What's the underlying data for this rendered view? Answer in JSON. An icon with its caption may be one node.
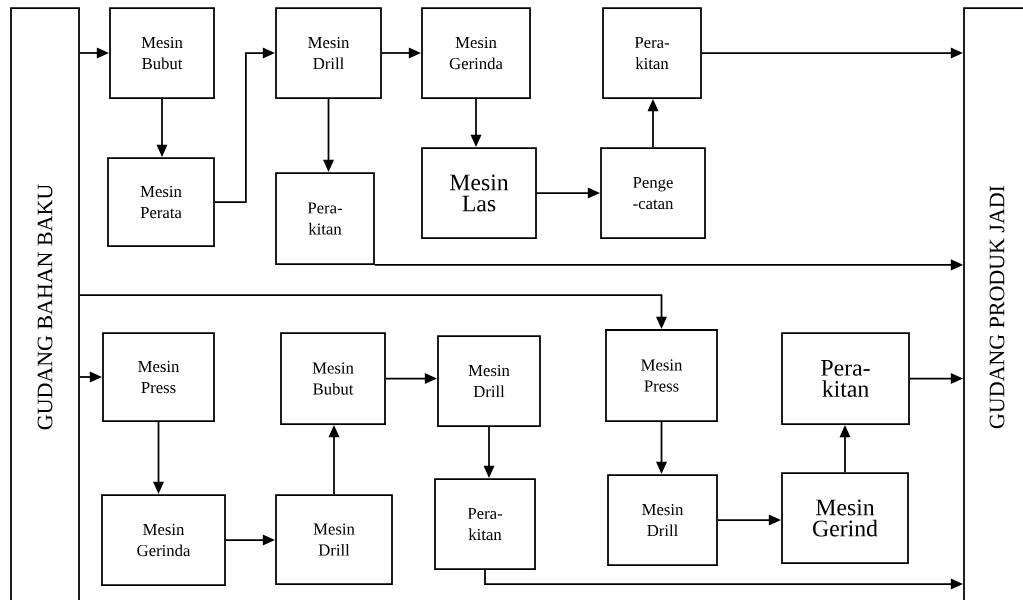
{
  "diagram": {
    "nodes": [
      {
        "text": [
          "GUDANG BAHAN BAKU"
        ]
      },
      {
        "text": [
          "Mesin Bubut"
        ]
      },
      {
        "text": [
          "Mesin Perata"
        ]
      },
      {
        "text": [
          "Mesin Drill"
        ]
      },
      {
        "text": [
          "Pera- kitan"
        ]
      },
      {
        "text": [
          "Mesin Gerinda"
        ]
      },
      {
        "text": [
          "Mesin Las"
        ]
      },
      {
        "text": [
          "Pera- kitan"
        ]
      },
      {
        "text": [
          "Penge -catan"
        ]
      },
      {
        "text": [
          "GUDANG PRODUK JADI"
        ]
      },
      {
        "text": [
          "Mesin Press"
        ]
      },
      {
        "text": [
          "Mesin Gerinda"
        ]
      },
      {
        "text": [
          "Mesin Bubut"
        ]
      },
      {
        "text": [
          "Mesin Drill"
        ]
      },
      {
        "text": [
          "Mesin Drill"
        ]
      },
      {
        "text": [
          "Pera- kitan"
        ]
      },
      {
        "text": [
          "Mesin Press"
        ]
      },
      {
        "text": [
          "Mesin Drill"
        ]
      },
      {
        "text": [
          "Pera- kitan"
        ]
      },
      {
        "text": [
          "Mesin Gerind"
        ]
      }
    ],
    "edges": [
      {
        "from": 0,
        "to": 1,
        "arrow": "to"
      },
      {
        "from": 1,
        "to": 2,
        "arrow": "to"
      },
      {
        "from": 2,
        "to": 3,
        "arrow": "to"
      },
      {
        "from": 3,
        "to": 5,
        "arrow": "to"
      },
      {
        "from": 3,
        "to": 4,
        "arrow": "to"
      },
      {
        "from": 5,
        "to": 6,
        "arrow": "to"
      },
      {
        "from": 6,
        "to": 8,
        "arrow": "to"
      },
      {
        "from": 8,
        "to": 7,
        "arrow": "to"
      },
      {
        "from": 7,
        "to": 9,
        "arrow": "to"
      },
      {
        "from": 4,
        "to": 9,
        "arrow": "to"
      },
      {
        "from": 0,
        "to": 16,
        "arrow": "to"
      },
      {
        "from": 0,
        "to": 10,
        "arrow": "to"
      },
      {
        "from": 10,
        "to": 11,
        "arrow": "to"
      },
      {
        "from": 11,
        "to": 13,
        "arrow": "to"
      },
      {
        "from": 13,
        "to": 12,
        "arrow": "to"
      },
      {
        "from": 12,
        "to": 14,
        "arrow": "to"
      },
      {
        "from": 14,
        "to": 15,
        "arrow": "to"
      },
      {
        "from": 15,
        "to": 9,
        "arrow": "to"
      },
      {
        "from": 16,
        "to": 17,
        "arrow": "to"
      },
      {
        "from": 17,
        "to": 19,
        "arrow": "to"
      },
      {
        "from": 19,
        "to": 18,
        "arrow": "to"
      },
      {
        "from": 18,
        "to": 9,
        "arrow": "to"
      }
    ]
  }
}
